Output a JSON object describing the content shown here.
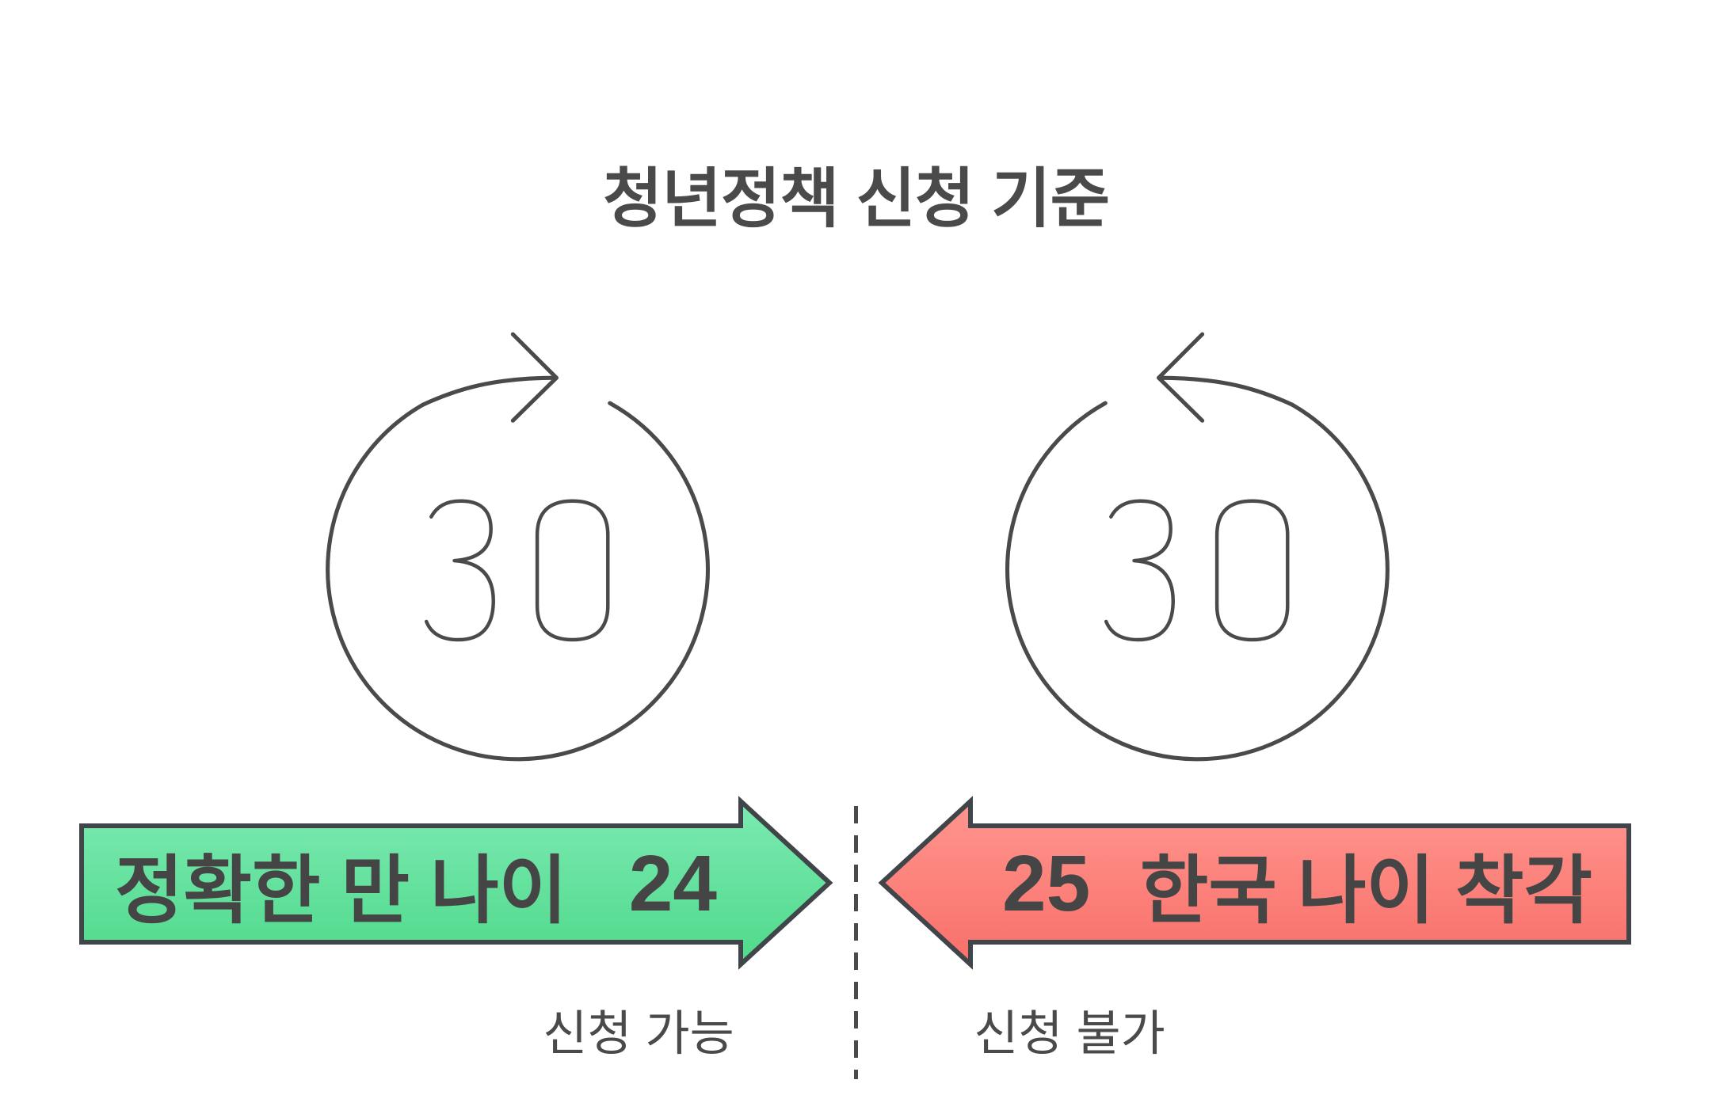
{
  "title": "청년정책 신청 기준",
  "icons": {
    "left": {
      "value": "30",
      "meaning": "rotate-clockwise"
    },
    "right": {
      "value": "30",
      "meaning": "rotate-counterclockwise"
    }
  },
  "eligible": {
    "label": "정확한 만 나이",
    "age": "24",
    "caption": "신청 가능",
    "gradient_top": "#7CEAB2",
    "gradient_bottom": "#4FD98B"
  },
  "ineligible": {
    "age": "25",
    "label": "한국 나이 착각",
    "caption": "신청 불가",
    "gradient_top": "#FF968F",
    "gradient_bottom": "#F96F69"
  },
  "colors": {
    "text": "#4a4a4a",
    "arrow_outline": "#40454a"
  }
}
